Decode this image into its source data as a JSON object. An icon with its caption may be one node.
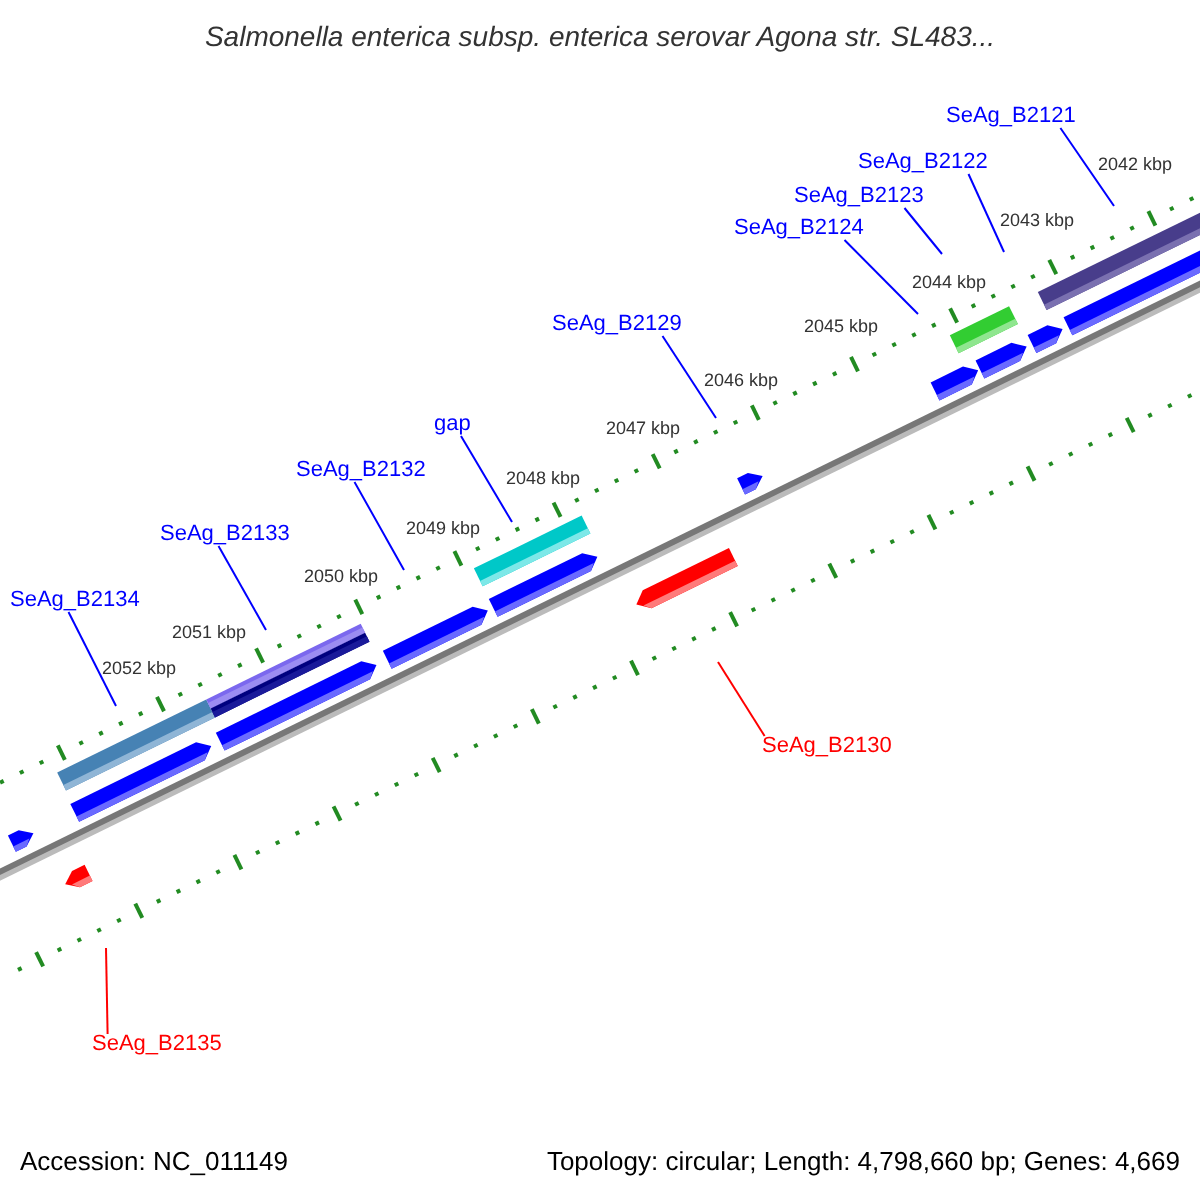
{
  "diagram": {
    "title": "Salmonella enterica subsp. enterica serovar Agona str. SL483...",
    "nodes": [
      {
        "text": [
          "SeAg_B2121"
        ]
      },
      {
        "text": [
          "SeAg_B2122"
        ]
      },
      {
        "text": [
          "SeAg_B2123"
        ]
      },
      {
        "text": [
          "SeAg_B2124"
        ]
      },
      {
        "text": [
          "SeAg_B2129"
        ]
      },
      {
        "text": [
          "gap"
        ]
      },
      {
        "text": [
          "SeAg_B2132"
        ]
      },
      {
        "text": [
          "SeAg_B2133"
        ]
      },
      {
        "text": [
          "SeAg_B2134"
        ]
      },
      {
        "text": [
          "SeAg_B2130"
        ]
      },
      {
        "text": [
          "SeAg_B2135"
        ]
      }
    ],
    "edges": [
      {
        "from": 0,
        "to": null,
        "arrow": "none"
      },
      {
        "from": 1,
        "to": null,
        "arrow": "none"
      },
      {
        "from": 2,
        "to": null,
        "arrow": "none"
      },
      {
        "from": 3,
        "to": null,
        "arrow": "none"
      },
      {
        "from": 4,
        "to": null,
        "arrow": "none"
      },
      {
        "from": 5,
        "to": null,
        "arrow": "none"
      },
      {
        "from": 6,
        "to": null,
        "arrow": "none"
      },
      {
        "from": 7,
        "to": null,
        "arrow": "none"
      },
      {
        "from": 8,
        "to": null,
        "arrow": "none"
      },
      {
        "from": 9,
        "to": null,
        "arrow": "none",
        "color": "#ff0000"
      },
      {
        "from": 10,
        "to": null,
        "arrow": "none",
        "color": "#ff0000"
      }
    ],
    "labels": [
      "2042 kbp",
      "2043 kbp",
      "2044 kbp",
      "2045 kbp",
      "2046 kbp",
      "2047 kbp",
      "2048 kbp",
      "2049 kbp",
      "2050 kbp",
      "2051 kbp",
      "2052 kbp",
      "Accession: NC_011149",
      "Topology: circular; Length: 4,798,660 bp; Genes: 4,669"
    ]
  }
}
